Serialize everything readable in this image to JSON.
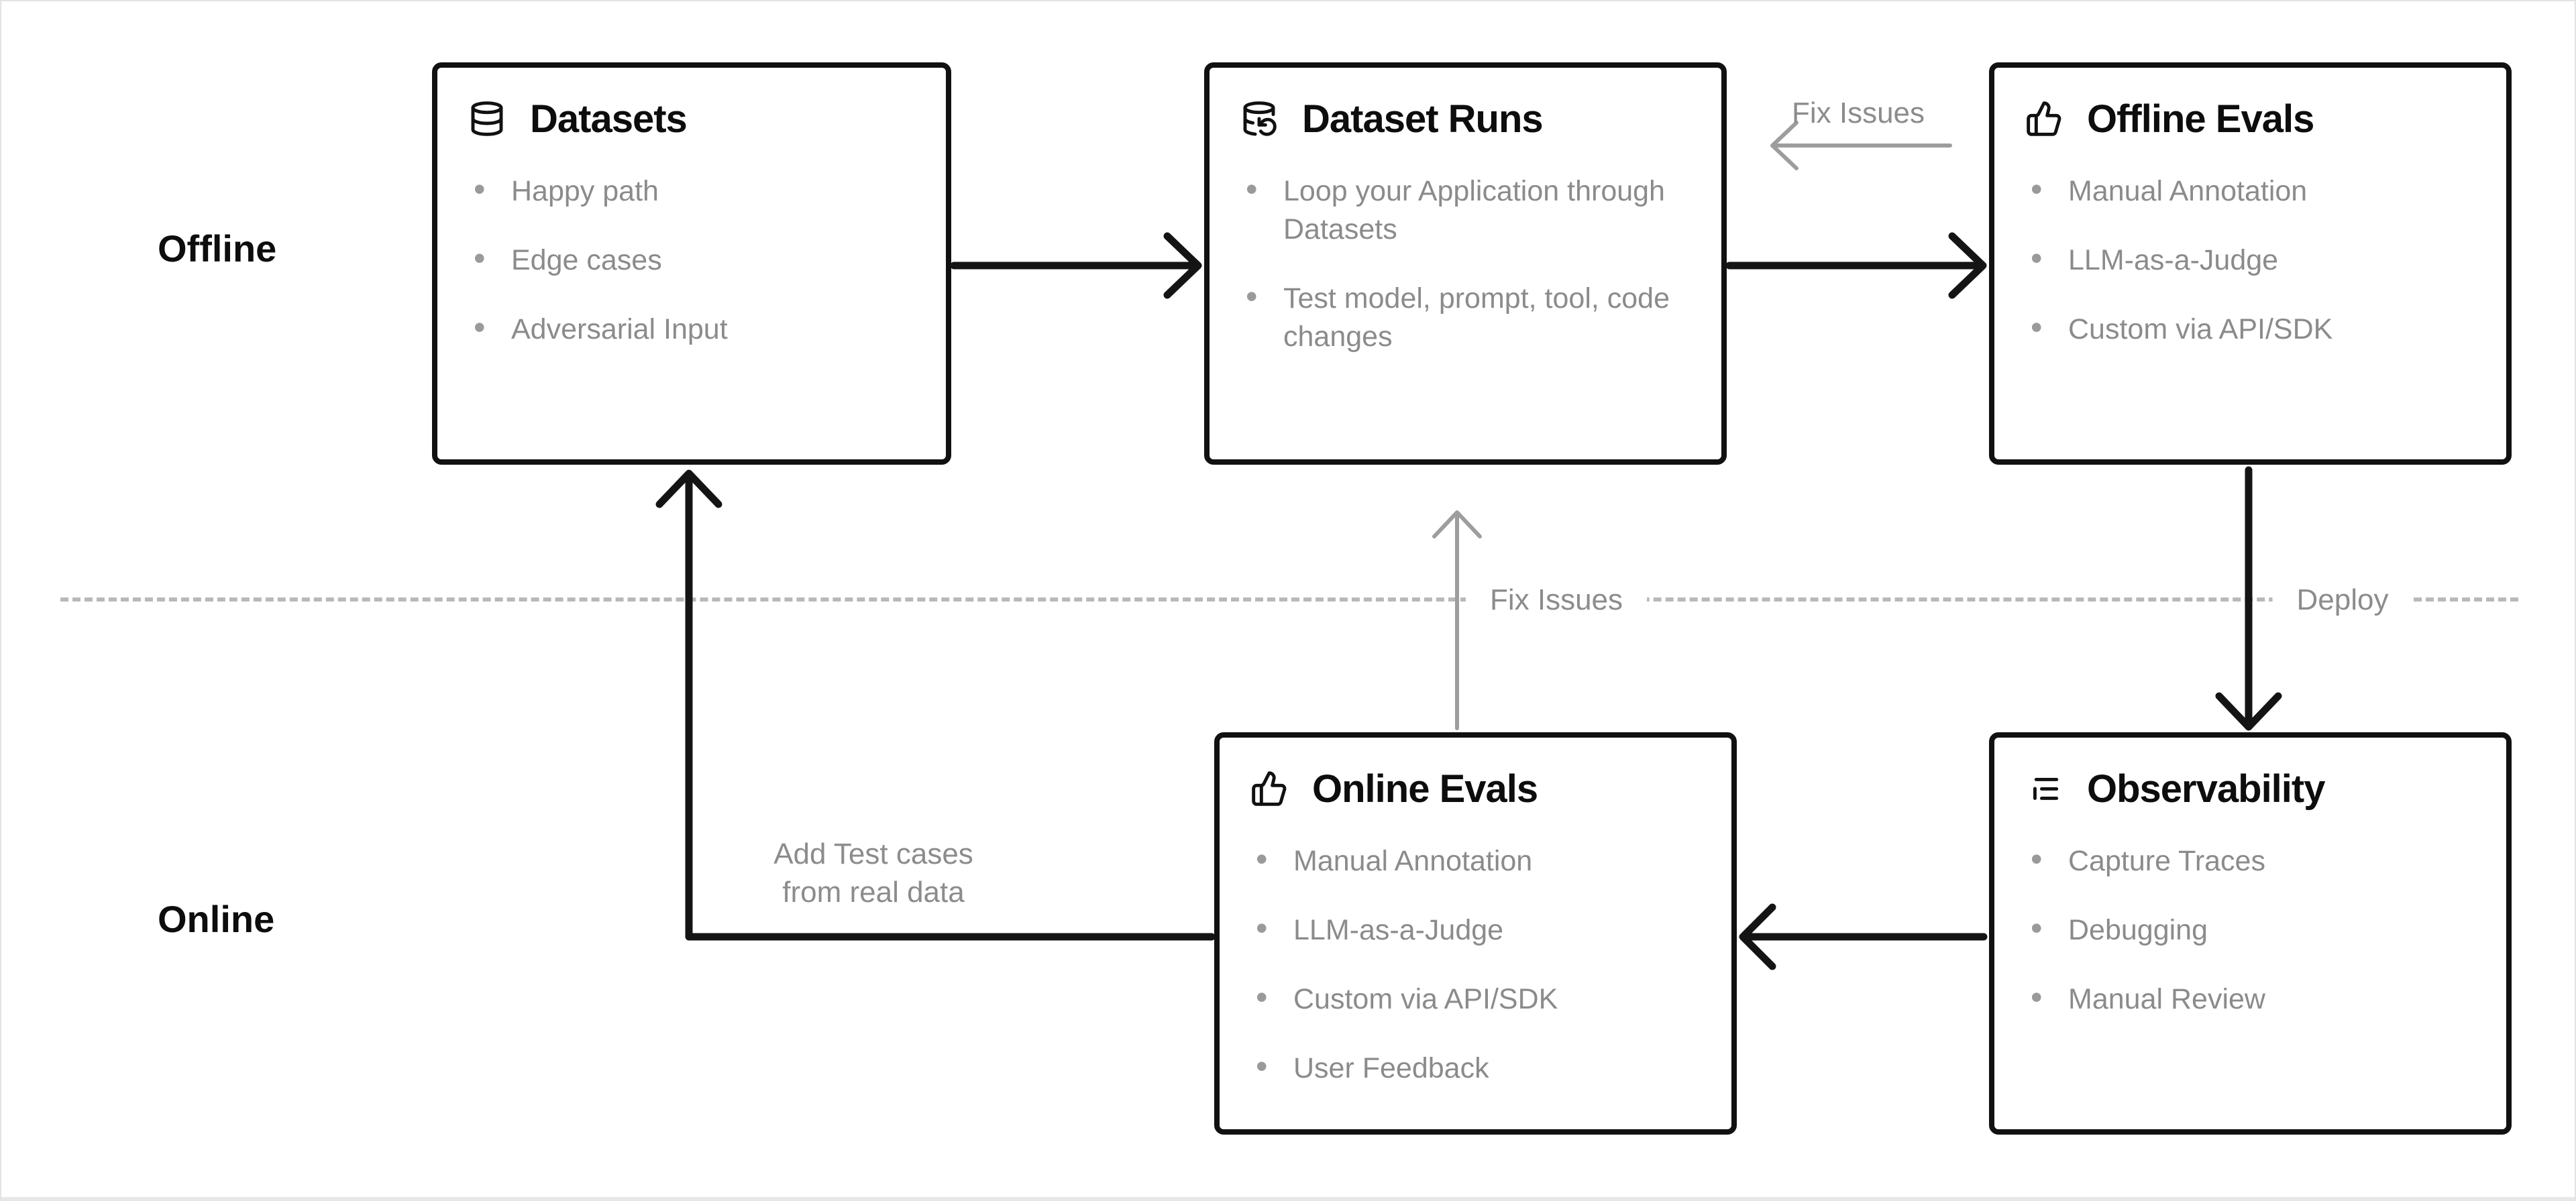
{
  "diagram": {
    "lanes": [
      {
        "label": "Offline"
      },
      {
        "label": "Online"
      }
    ],
    "boxes": [
      {
        "title": "Datasets",
        "icon": "database-icon",
        "items": [
          "Happy path",
          "Edge cases",
          "Adversarial Input"
        ]
      },
      {
        "title": "Dataset Runs",
        "icon": "database-refresh-icon",
        "items": [
          "Loop your Application through Datasets",
          "Test model, prompt, tool, code changes"
        ]
      },
      {
        "title": "Offline Evals",
        "icon": "thumbs-up-icon",
        "items": [
          "Manual Annotation",
          "LLM-as-a-Judge",
          "Custom via API/SDK"
        ]
      },
      {
        "title": "Online Evals",
        "icon": "thumbs-up-icon",
        "items": [
          "Manual Annotation",
          "LLM-as-a-Judge",
          "Custom via API/SDK",
          "User Feedback"
        ]
      },
      {
        "title": "Observability",
        "icon": "trace-list-icon",
        "items": [
          "Capture Traces",
          "Debugging",
          "Manual Review"
        ]
      }
    ],
    "connectors": {
      "fix_issues_top": "Fix Issues",
      "fix_issues_mid": "Fix Issues",
      "deploy": "Deploy",
      "add_test_cases_line1": "Add Test cases",
      "add_test_cases_line2": "from real data"
    },
    "colors": {
      "box_border": "#111111",
      "title_text": "#0d0d0d",
      "muted_text": "#8b8b8b",
      "black_arrow": "#141414",
      "gray_arrow": "#9d9d9d",
      "dashed_divider": "#b8b8b8"
    }
  }
}
